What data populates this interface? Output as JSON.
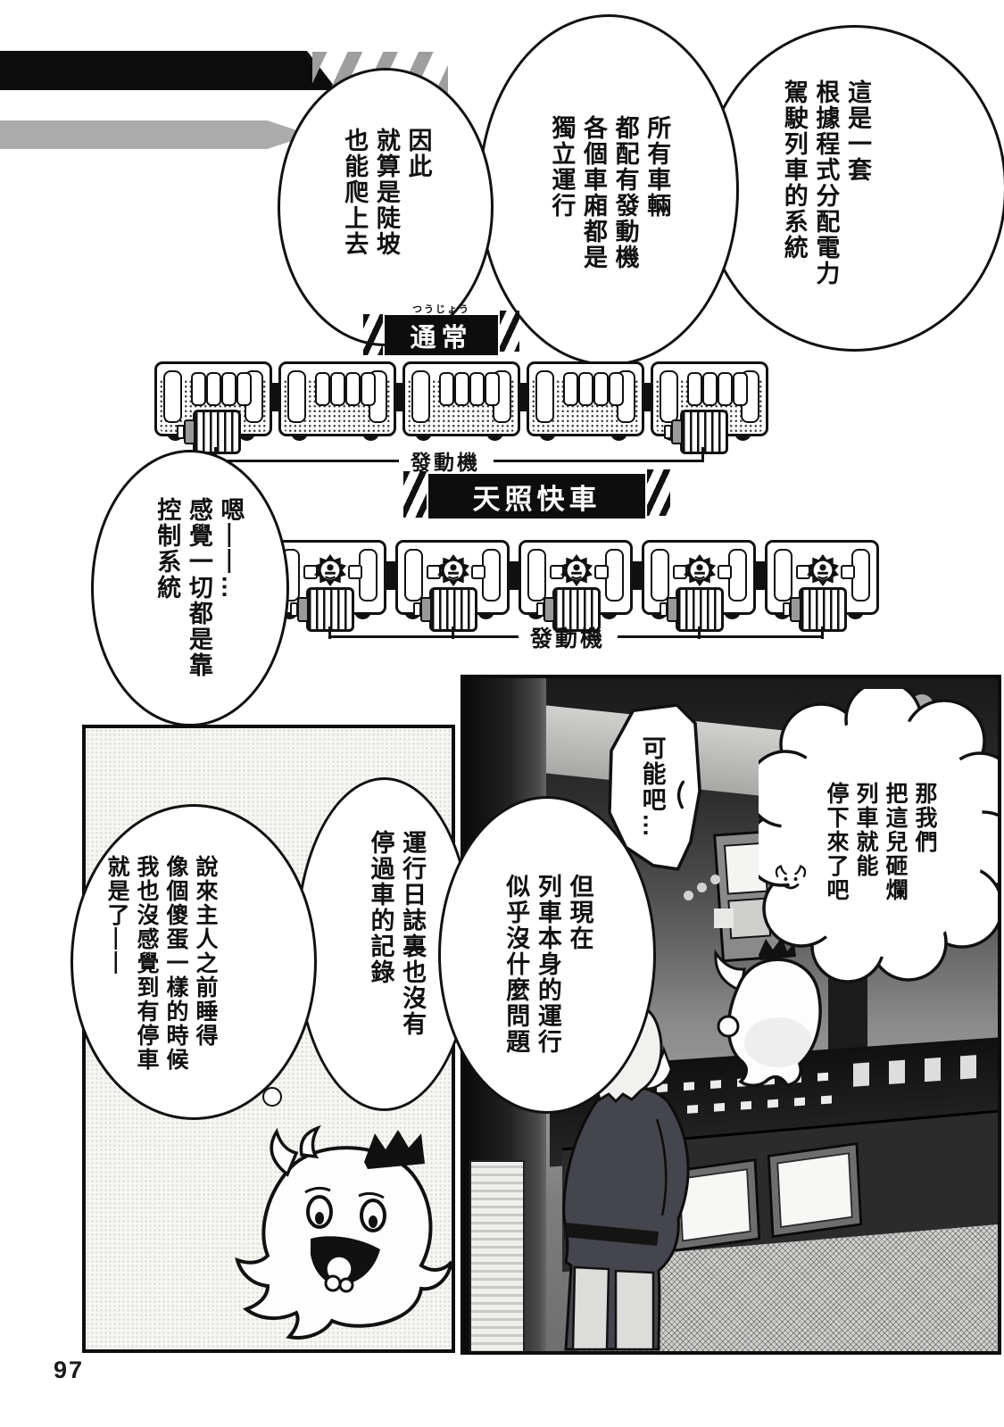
{
  "page_number": "97",
  "labels": {
    "normal": {
      "furigana": "つうじょう",
      "text": "通常"
    },
    "express": {
      "text": "天照快車"
    },
    "engine_normal": {
      "text": "發動機"
    },
    "engine_express": {
      "text": "發動機"
    }
  },
  "bubbles": {
    "system": {
      "lines": [
        "這是一套",
        "根據程式分配電力",
        "駕駛列車的系統"
      ]
    },
    "motors": {
      "lines": [
        "所有車輛",
        "都配有發動機",
        "各個車廂都是",
        "獨立運行"
      ]
    },
    "slope": {
      "lines": [
        "因此",
        "就算是陡坡",
        "也能爬上去"
      ]
    },
    "hmm": {
      "lines": [
        "嗯——…",
        "感覺一切都是靠",
        "控制系統"
      ]
    },
    "log": {
      "lines": [
        "運行日誌裏也沒有",
        "停過車的記錄"
      ]
    },
    "status": {
      "lines": [
        "但現在",
        "列車本身的運行",
        "似乎沒什麼問題"
      ]
    },
    "smash": {
      "lines": [
        "那我們",
        "把這兒砸爛",
        "列車就能",
        "停下來了吧"
      ]
    },
    "maybe": {
      "lines": [
        "可能吧…"
      ]
    },
    "sleep": {
      "lines": [
        "說來主人之前睡得",
        "像個傻蛋一樣的時候",
        "我也沒感覺到有停車",
        "就是了——"
      ]
    }
  },
  "trains": {
    "normal_cars": 5,
    "express_cars": 5
  },
  "icons": {
    "sun_emblem": "sun-crest",
    "devil_face": "devil-grin",
    "sweat_drop": "sweat-drop",
    "thought_dots": "thought-trail"
  }
}
